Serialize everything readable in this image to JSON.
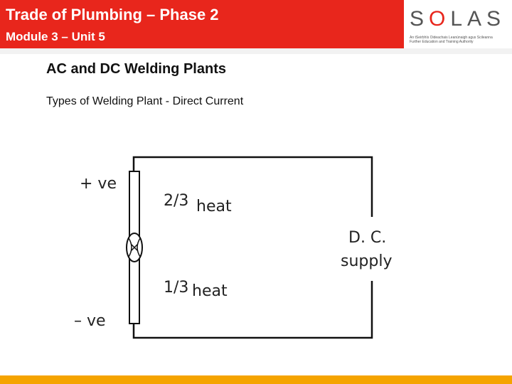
{
  "header": {
    "title": "Trade of Plumbing – Phase 2",
    "subtitle": "Module 3 – Unit 5",
    "accent_color": "#e8261c"
  },
  "logo": {
    "word_first": "S",
    "word_o": "O",
    "word_rest": "LAS",
    "caption_line1": "An tSeirbhís Oideachais Leanúnaigh agus Scileanna",
    "caption_line2": "Further Education and Training Authority"
  },
  "content": {
    "title": "AC and DC Welding Plants",
    "subtitle": "Types of Welding Plant - Direct Current"
  },
  "diagram": {
    "positive_label": "+ ve",
    "negative_label": "– ve",
    "top_fraction": "2/3",
    "bottom_fraction": "1/3",
    "heat_word": "heat",
    "supply_line1": "D. C.",
    "supply_line2": "supply"
  },
  "footer": {
    "color": "#f5a400"
  }
}
